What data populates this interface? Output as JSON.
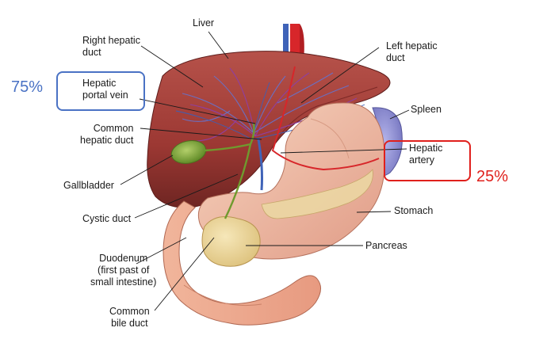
{
  "labels": {
    "liver": "Liver",
    "right_hepatic_duct": [
      "Right hepatic",
      "duct"
    ],
    "left_hepatic_duct": [
      "Left hepatic",
      "duct"
    ],
    "hepatic_portal_vein": [
      "Hepatic",
      "portal vein"
    ],
    "spleen": "Spleen",
    "common_hepatic_duct": [
      "Common",
      "hepatic duct"
    ],
    "hepatic_artery": [
      "Hepatic",
      "artery"
    ],
    "gallbladder": "Gallbladder",
    "stomach": "Stomach",
    "cystic_duct": "Cystic duct",
    "pancreas": "Pancreas",
    "duodenum": [
      "Duodenum",
      "(first past of",
      "small intestine)"
    ],
    "common_bile_duct": [
      "Common",
      "bile duct"
    ]
  },
  "annotations": {
    "portal_vein_percent": "75%",
    "hepatic_artery_percent": "25%"
  },
  "colors": {
    "portal_vein_highlight": "#4a72c4",
    "hepatic_artery_highlight": "#e0201c",
    "liver": "#9e3b36",
    "stomach": "#efc2a8",
    "pancreas": "#ead59a",
    "gallbladder": "#7fa33a",
    "spleen": "#8e8ed0"
  }
}
